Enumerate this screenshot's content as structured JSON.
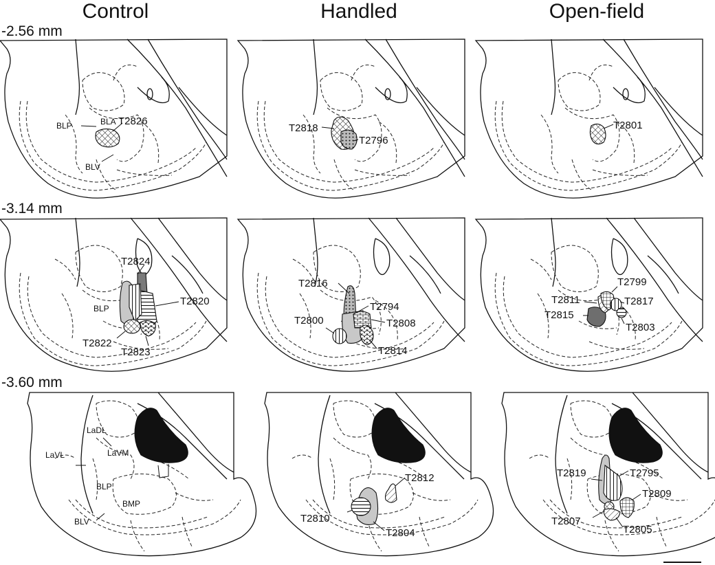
{
  "columns": [
    "Control",
    "Handled",
    "Open-field"
  ],
  "rows": [
    "-2.56 mm",
    "-3.14 mm",
    "-3.60 mm"
  ],
  "region_labels": {
    "r1_control": [
      "BLP",
      "BLA",
      "BLV"
    ],
    "r2_control": [
      "BLP"
    ],
    "r3_control": [
      "LaDL",
      "LaVL",
      "LaVM",
      "BLP",
      "BMP",
      "BLV"
    ]
  },
  "sites": {
    "r1_control": [
      "T2826"
    ],
    "r1_handled": [
      "T2818",
      "T2796"
    ],
    "r1_openfield": [
      "T2801"
    ],
    "r2_control": [
      "T2824",
      "T2820",
      "T2822",
      "T2823"
    ],
    "r2_handled": [
      "T2816",
      "T2794",
      "T2800",
      "T2808",
      "T2814"
    ],
    "r2_openfield": [
      "T2799",
      "T2811",
      "T2817",
      "T2815",
      "T2803"
    ],
    "r3_control": [],
    "r3_handled": [
      "T2812",
      "T2810",
      "T2804"
    ],
    "r3_openfield": [
      "T2819",
      "T2795",
      "T2809",
      "T2807",
      "T2805"
    ]
  }
}
